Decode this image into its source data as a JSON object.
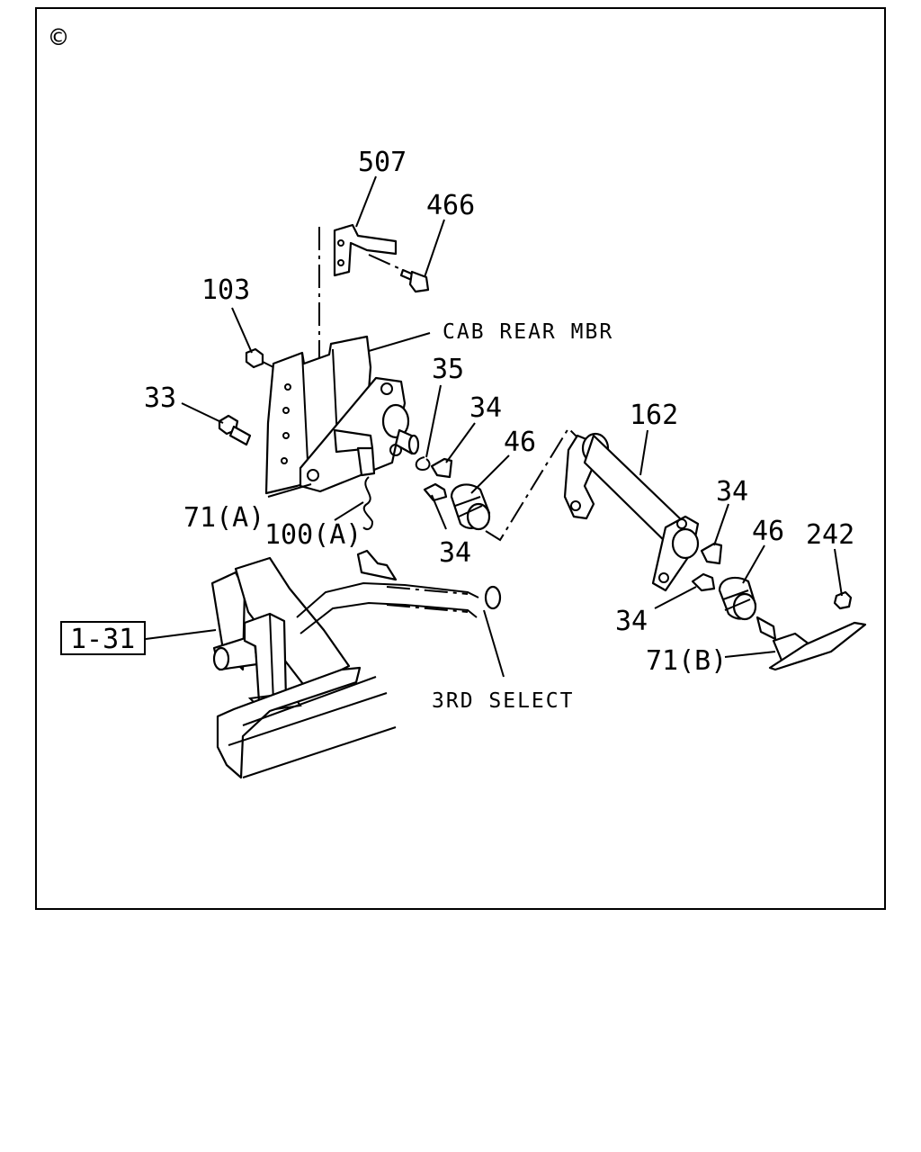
{
  "corner_symbol": "©",
  "callouts": {
    "c507": "507",
    "c466": "466",
    "c103": "103",
    "c33": "33",
    "c35": "35",
    "c34a": "34",
    "c46a": "46",
    "c162": "162",
    "c34b": "34",
    "c46b": "46",
    "c242": "242",
    "c71a": "71(A)",
    "c100a": "100(A)",
    "c34c": "34",
    "c34d": "34",
    "c71b": "71(B)"
  },
  "text_labels": {
    "cab_rear_mbr": "CAB REAR MBR",
    "third_select": "3RD SELECT"
  },
  "reference_box": "1-31"
}
